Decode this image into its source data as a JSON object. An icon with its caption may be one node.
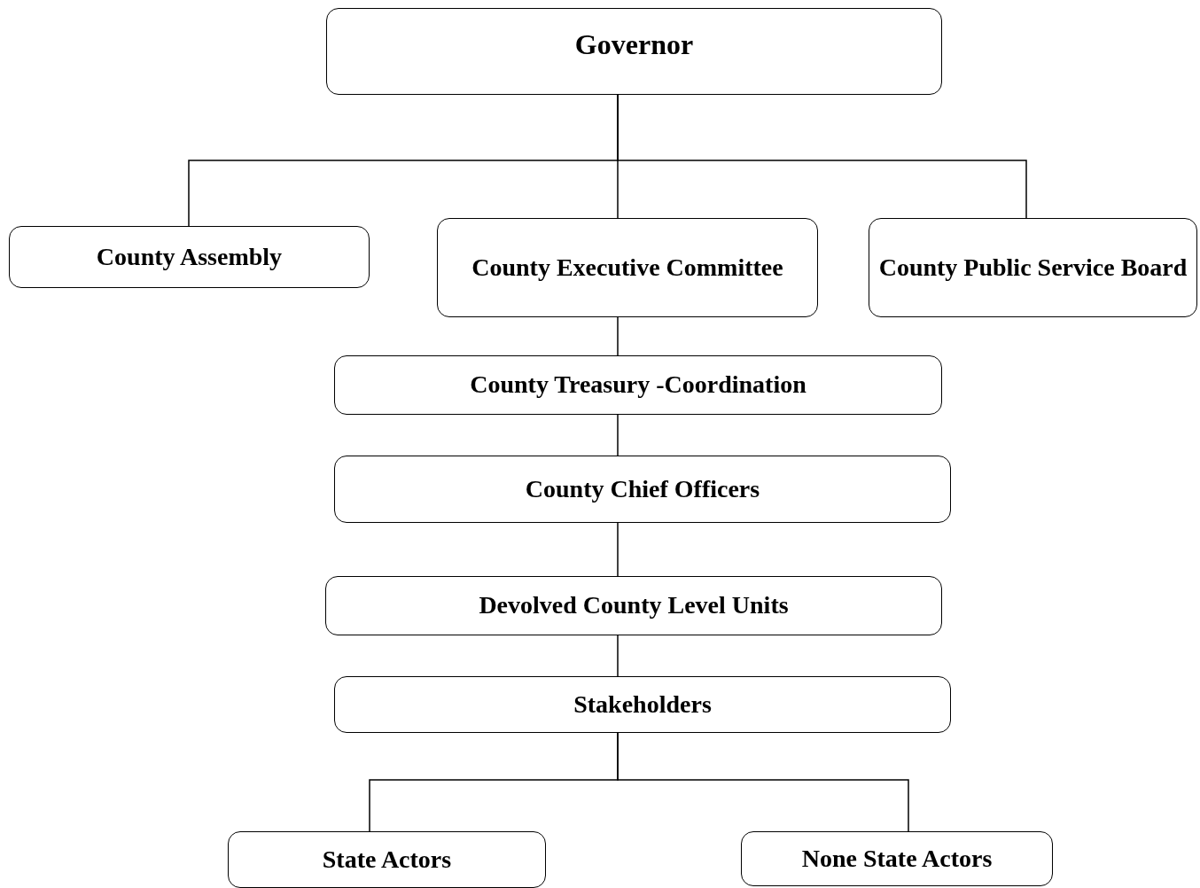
{
  "diagram": {
    "nodes": [
      {
        "text": [
          "Governor"
        ]
      },
      {
        "text": [
          "County Assembly"
        ]
      },
      {
        "text": [
          "County Executive Committee"
        ]
      },
      {
        "text": [
          "County Public Service Board"
        ]
      },
      {
        "text": [
          "County Treasury -Coordination"
        ]
      },
      {
        "text": [
          "County Chief Officers"
        ]
      },
      {
        "text": [
          "Devolved County Level Units"
        ]
      },
      {
        "text": [
          "Stakeholders"
        ]
      },
      {
        "text": [
          "State Actors"
        ]
      },
      {
        "text": [
          "None State Actors"
        ]
      }
    ],
    "edges": [
      {
        "from": 0,
        "to": 1,
        "arrow": "none"
      },
      {
        "from": 0,
        "to": 2,
        "arrow": "none"
      },
      {
        "from": 0,
        "to": 3,
        "arrow": "none"
      },
      {
        "from": 2,
        "to": 4,
        "arrow": "none"
      },
      {
        "from": 4,
        "to": 5,
        "arrow": "none"
      },
      {
        "from": 5,
        "to": 6,
        "arrow": "none"
      },
      {
        "from": 6,
        "to": 7,
        "arrow": "none"
      },
      {
        "from": 7,
        "to": 8,
        "arrow": "none"
      },
      {
        "from": 7,
        "to": 9,
        "arrow": "none"
      }
    ]
  }
}
